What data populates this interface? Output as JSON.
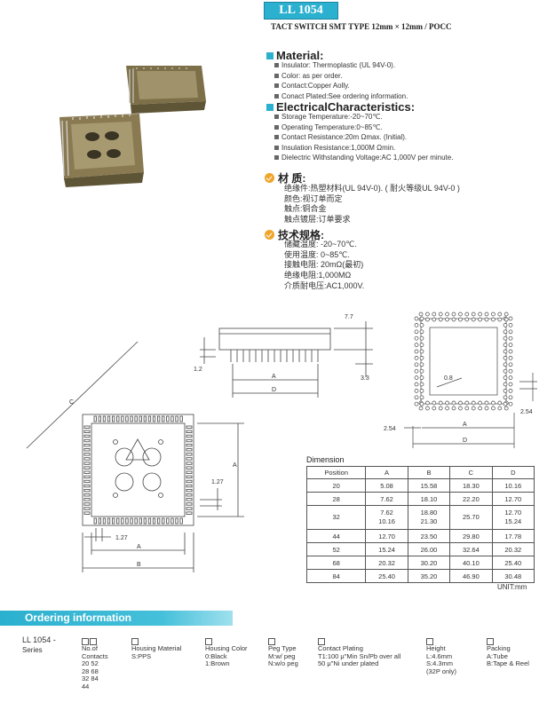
{
  "header": {
    "model": "LL 1054",
    "subtitle": "TACT SWITCH SMT TYPE 12mm × 12mm / POCC"
  },
  "material": {
    "title": "Material:",
    "items": [
      "Insulator: Thermoplastic (UL 94V-0).",
      "Color:  as per order.",
      "Contact:Copper Aolly.",
      "Conact Plated:See ordering information."
    ]
  },
  "electrical": {
    "title": "ElectricalCharacteristics:",
    "items": [
      "Storage Temperature:-20~70℃.",
      "Operating Temperature:0~85℃.",
      "Contact Resistance:20m Ωmax. (Initial).",
      "Insulation Resistance:1,000M Ωmin.",
      "Dielectric Withstanding Voltage:AC 1,000V per minute."
    ]
  },
  "cn_material": {
    "title": "材 质:",
    "lines": [
      "绝缘件:热塑材料(UL 94V-0). ( 耐火等级UL 94V-0 )",
      "颜色:视订单而定",
      "触点:铜合金",
      "触点镀层:订单要求"
    ]
  },
  "cn_spec": {
    "title": "技术规格:",
    "lines": [
      "储藏温度: -20~70℃.",
      "使用温度: 0~85℃.",
      "接触电阻: 20mΩ(最初)",
      "绝缘电阻:1,000MΩ",
      "介质耐电压:AC1,000V."
    ]
  },
  "drawing_labels": {
    "side_77": "7.7",
    "side_12": "1.2",
    "side_33": "3.3",
    "side_a": "A",
    "side_d": "D",
    "top_08": "0.8",
    "top_254_left": "2.54",
    "top_254_right": "2.54",
    "top_a": "A",
    "top_d": "D",
    "front_c": "C",
    "front_a": "A",
    "front_127_v": "1.27",
    "front_127_h": "1.27",
    "front_a_bottom": "A",
    "front_b": "B"
  },
  "dimension": {
    "title": "Dimension",
    "headers": [
      "Position",
      "A",
      "B",
      "C",
      "D"
    ],
    "rows": [
      [
        "20",
        "5.08",
        "15.58",
        "18.30",
        "10.16"
      ],
      [
        "28",
        "7.62",
        "18.10",
        "22.20",
        "12.70"
      ],
      [
        "32",
        "7.62\n10.16",
        "18.80\n21.30",
        "25.70",
        "12.70\n15.24"
      ],
      [
        "44",
        "12.70",
        "23.50",
        "29.80",
        "17.78"
      ],
      [
        "52",
        "15.24",
        "26.00",
        "32.64",
        "20.32"
      ],
      [
        "68",
        "20.32",
        "30.20",
        "40.10",
        "25.40"
      ],
      [
        "84",
        "25.40",
        "35.20",
        "46.90",
        "30.48"
      ]
    ],
    "unit": "UNIT:mm"
  },
  "ordering": {
    "title": "Ordering information",
    "part": "LL 1054  -",
    "series": "Series",
    "columns": [
      {
        "head": "No.of\nContacts",
        "body": "20  52\n28  68\n32  84\n44"
      },
      {
        "head": "Housing Material",
        "body": "S:PPS"
      },
      {
        "head": "Housing Color",
        "body": "0:Black\n1:Brown"
      },
      {
        "head": "Peg Type",
        "body": "M:w/ peg\nN:w/o peg"
      },
      {
        "head": "Contact Plating",
        "body": "T1:100 μ\"Min Sn/Pb over all\n    50 μ\"Ni under plated"
      },
      {
        "head": "Height",
        "body": "L:4.6mm\nS:4.3mm\n  (32P only)"
      },
      {
        "head": "Packing",
        "body": "A:Tube\nB:Tape & Reel"
      }
    ]
  },
  "colors": {
    "accent": "#2bb0cf",
    "bullet_cn": "#f0a52a",
    "housing": "#8a7a52"
  }
}
